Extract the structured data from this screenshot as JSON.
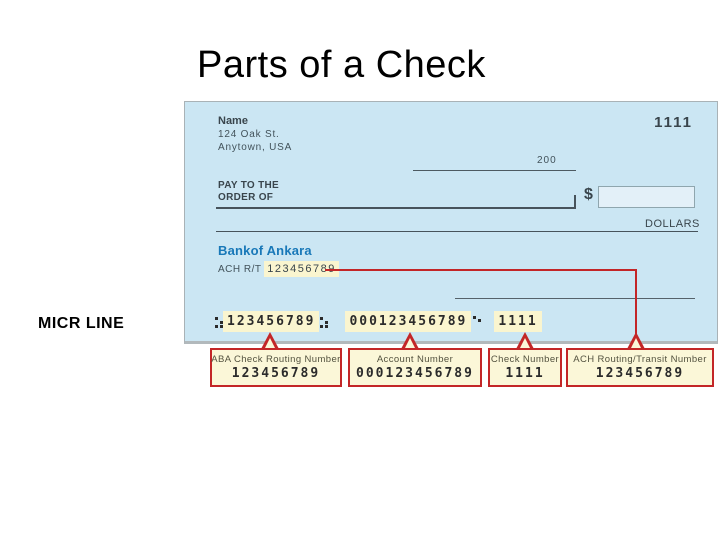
{
  "page": {
    "title": "Parts of a Check"
  },
  "labels": {
    "micr_line": "MICR LINE"
  },
  "colors": {
    "check_background": "#cbe6f3",
    "highlight_yellow": "#faf5cf",
    "callout_yellow": "#fbf7d8",
    "callout_red": "#c32627",
    "bank_blue": "#1878b8",
    "ink": "#39454c"
  },
  "check": {
    "payer": {
      "name": "Name",
      "address_line1": "124 Oak St.",
      "address_line2": "Anytown, USA"
    },
    "check_number_top": "1111",
    "date_value": "200",
    "pay_to_line1": "PAY TO THE",
    "pay_to_line2": "ORDER OF",
    "dollar_sign": "$",
    "dollars_label": "DOLLARS",
    "bank_name": "Bankof Ankara",
    "ach_rt_label": "ACH R/T",
    "ach_rt_value": "123456789",
    "micr": {
      "routing": "123456789",
      "account": "000123456789",
      "check_number": "1111"
    }
  },
  "callouts": [
    {
      "label": "ABA Check Routing Number",
      "value": "123456789"
    },
    {
      "label": "Account Number",
      "value": "000123456789"
    },
    {
      "label": "Check Number",
      "value": "1111"
    },
    {
      "label": "ACH Routing/Transit Number",
      "value": "123456789"
    }
  ]
}
